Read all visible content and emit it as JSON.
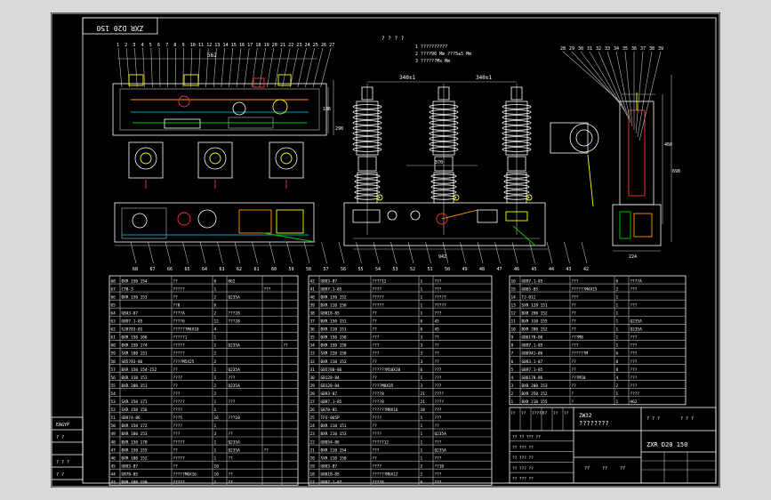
{
  "drawing": {
    "code_reversed": "ZXR D20 150",
    "main_title": "ZW32",
    "drawing_number": "ZXR D20 150",
    "name_mask": "????????"
  },
  "notes": {
    "header": "? ? ? ?",
    "lines": [
      "1  ??????????",
      "2  ????96 Mm ???5±5 Mm",
      "3  ??????Mx Mm"
    ]
  },
  "dimensions": {
    "pitch_left": "340±1",
    "pitch_right": "340±1",
    "front_width": "562",
    "inner_width": "370",
    "base_width": "942",
    "side_height": "460",
    "side_overall": "698",
    "side_base": "224",
    "front_h1": "186",
    "front_h2": "290"
  },
  "top_callouts": [
    "1",
    "2",
    "3",
    "4",
    "5",
    "6",
    "7",
    "8",
    "9",
    "10",
    "11",
    "12",
    "13",
    "14",
    "15",
    "16",
    "17",
    "18",
    "19",
    "20",
    "21",
    "22",
    "23",
    "24",
    "25",
    "26",
    "27"
  ],
  "bottom_callouts": [
    "68",
    "67",
    "66",
    "65",
    "64",
    "63",
    "62",
    "61",
    "60",
    "59",
    "58",
    "57",
    "56",
    "55",
    "54",
    "53",
    "52",
    "51",
    "50",
    "49",
    "48",
    "47",
    "46",
    "45",
    "44",
    "43",
    "42"
  ],
  "side_callouts": [
    "28",
    "29",
    "30",
    "31",
    "32",
    "33",
    "34",
    "35",
    "36",
    "37",
    "38",
    "39"
  ],
  "bom_left": [
    [
      "68",
      "BXR 150 154",
      "??",
      "6",
      "H62",
      "",
      ""
    ],
    [
      "67",
      "CTB-3",
      "?????",
      "1",
      "",
      "???",
      ""
    ],
    [
      "66",
      "BXR 150 153",
      "??",
      "2",
      "Q235A",
      "",
      ""
    ],
    [
      "65",
      "",
      "??8",
      "6",
      "",
      "",
      ""
    ],
    [
      "64",
      "GB43-87",
      "????A",
      "2",
      "???28",
      "",
      ""
    ],
    [
      "63",
      "GB97.1-85",
      "????6",
      "12",
      "???28",
      "",
      ""
    ],
    [
      "62",
      "SJ8783-01",
      "??????M4X10",
      "4",
      "",
      "",
      ""
    ],
    [
      "61",
      "BXR 150 166",
      "?????1",
      "1",
      "",
      "",
      ""
    ],
    [
      "60",
      "BXR 150 174",
      "?????",
      "1",
      "Q235A",
      "",
      "??"
    ],
    [
      "59",
      "SXR 180 151",
      "?????",
      "2",
      "",
      "",
      ""
    ],
    [
      "58",
      "SB5783-86",
      "????M5X25",
      "2",
      "",
      "",
      ""
    ],
    [
      "57",
      "BXR 150 154-152",
      "??",
      "1",
      "Q235A",
      "",
      ""
    ],
    [
      "56",
      "BXR 310 153",
      "????",
      "1",
      "???",
      "",
      ""
    ],
    [
      "55",
      "BXR 200 151",
      "??",
      "2",
      "Q235A",
      "",
      ""
    ],
    [
      "54",
      "",
      "???",
      "2",
      "",
      "",
      ""
    ],
    [
      "53",
      "SXR 150 171",
      "?????",
      "1",
      "???",
      "",
      ""
    ],
    [
      "52",
      "SXR 150 156",
      "????",
      "1",
      "",
      "",
      ""
    ],
    [
      "51",
      "GB974-86",
      "???5",
      "16",
      "???10",
      "",
      ""
    ],
    [
      "50",
      "BXR 150 172",
      "????",
      "1",
      "",
      "",
      ""
    ],
    [
      "49",
      "BXR 180 153",
      "???",
      "3",
      "??",
      "",
      ""
    ],
    [
      "48",
      "BXR 150 170",
      "?????",
      "1",
      "Q235A",
      "",
      ""
    ],
    [
      "47",
      "BXR 150 155",
      "??",
      "1",
      "Q235A",
      "??",
      ""
    ],
    [
      "46",
      "BXR 180 152",
      "?????",
      "1",
      "??",
      "",
      ""
    ],
    [
      "45",
      "GB93-87",
      "??",
      "10",
      "",
      "",
      ""
    ],
    [
      "44",
      "GB70-85",
      "?????M6X16",
      "10",
      "??",
      "",
      ""
    ],
    [
      "43",
      "BXR 100 150",
      "?????",
      "1",
      "??",
      "",
      ""
    ]
  ],
  "bom_mid": [
    [
      "42",
      "GB93-87",
      "????12",
      "1",
      "???"
    ],
    [
      "41",
      "GB97.1-85",
      "????",
      "1",
      "???"
    ],
    [
      "40",
      "BXR 150 152",
      "?????",
      "1",
      "?????"
    ],
    [
      "39",
      "BXR 210 150",
      "?????",
      "1",
      "?????"
    ],
    [
      "38",
      "GB818-85",
      "??",
      "1",
      "???"
    ],
    [
      "37",
      "BXR 150 151",
      "??",
      "6",
      "45"
    ],
    [
      "36",
      "BXR 210 151",
      "??",
      "6",
      "45"
    ],
    [
      "35",
      "BXR 150 158",
      "???",
      "3",
      "??"
    ],
    [
      "34",
      "BXR 150 150",
      "???",
      "3",
      "??"
    ],
    [
      "33",
      "SXR 220 150",
      "???",
      "3",
      "??"
    ],
    [
      "32",
      "BXR 210 152",
      "??",
      "3",
      "??"
    ],
    [
      "31",
      "GB5780-86",
      "??????M10X30",
      "6",
      "???"
    ],
    [
      "30",
      "GB128-84",
      "??",
      "1",
      "???"
    ],
    [
      "29",
      "GB128-84",
      "????M8X35",
      "3",
      "???"
    ],
    [
      "28",
      "GB93-87",
      "????8",
      "21",
      "????"
    ],
    [
      "27",
      "GB97.1-85",
      "????8",
      "21",
      "????"
    ],
    [
      "26",
      "GB70-85",
      "??????M8X16",
      "18",
      "???"
    ],
    [
      "25",
      "TP3-065P",
      "????",
      "1",
      "???"
    ],
    [
      "24",
      "BXR 210 151",
      "??",
      "1",
      "??"
    ],
    [
      "23",
      "BXR 210 153",
      "????",
      "1",
      "Q235A"
    ],
    [
      "22",
      "GB854-86",
      "?????12",
      "1",
      "???"
    ],
    [
      "21",
      "BXR 210 154",
      "???",
      "1",
      "Q235A"
    ],
    [
      "20",
      "SXR 210 150",
      "??",
      "1",
      "???"
    ],
    [
      "19",
      "GB93-87",
      "????",
      "2",
      "??10"
    ],
    [
      "18",
      "GB818-85",
      "??????M6X12",
      "2",
      "???"
    ],
    [
      "17",
      "GB97.1-87",
      "????6",
      "6",
      "???"
    ]
  ],
  "bom_right": [
    [
      "16",
      "GB97.1-85",
      "???",
      "6",
      "????A"
    ],
    [
      "15",
      "GB65-85",
      "??????M4X15",
      "2",
      "???"
    ],
    [
      "14",
      "TJ-012",
      "???",
      "1",
      ""
    ],
    [
      "13",
      "SXR 128 151",
      "??",
      "1",
      "???"
    ],
    [
      "12",
      "BXR 290 152",
      "??",
      "1",
      ""
    ],
    [
      "11",
      "BXR 310 155",
      "??",
      "1",
      "Q235A"
    ],
    [
      "10",
      "BXR 200 152",
      "??",
      "1",
      "Q235A"
    ],
    [
      "9",
      "GB6178-86",
      "???M8",
      "1",
      "???"
    ],
    [
      "8",
      "GB97.1-85",
      "???",
      "1",
      "???"
    ],
    [
      "7",
      "GB6941-86",
      "??????M",
      "6",
      "???"
    ],
    [
      "6",
      "GB93.1-87",
      "??",
      "8",
      "???"
    ],
    [
      "5",
      "GB97.1-85",
      "??",
      "8",
      "???"
    ],
    [
      "4",
      "GB6178-86",
      "???M10",
      "4",
      "???"
    ],
    [
      "3",
      "BXR 200 153",
      "??",
      "2",
      "???"
    ],
    [
      "2",
      "BXR 250 152",
      "?",
      "1",
      "????"
    ],
    [
      "1",
      "BXR 210 155",
      "?",
      "1",
      "H62"
    ]
  ],
  "left_strip": [
    "EAGYP",
    "? ?",
    "",
    "? ? ?",
    "? ?"
  ],
  "title_block": {
    "rev_cells": [
      "??",
      "??",
      "?????",
      "??",
      "??",
      "??"
    ],
    "approval_rows": [
      "?? ?? ??? ??",
      "?? ??? ??",
      "?? ??? ??",
      "?? ??? ??",
      "?? ??? ??"
    ],
    "scale_labels": [
      "??",
      "??",
      "??"
    ],
    "sheet_labels": [
      "? ? ?",
      "? ? ?"
    ]
  }
}
